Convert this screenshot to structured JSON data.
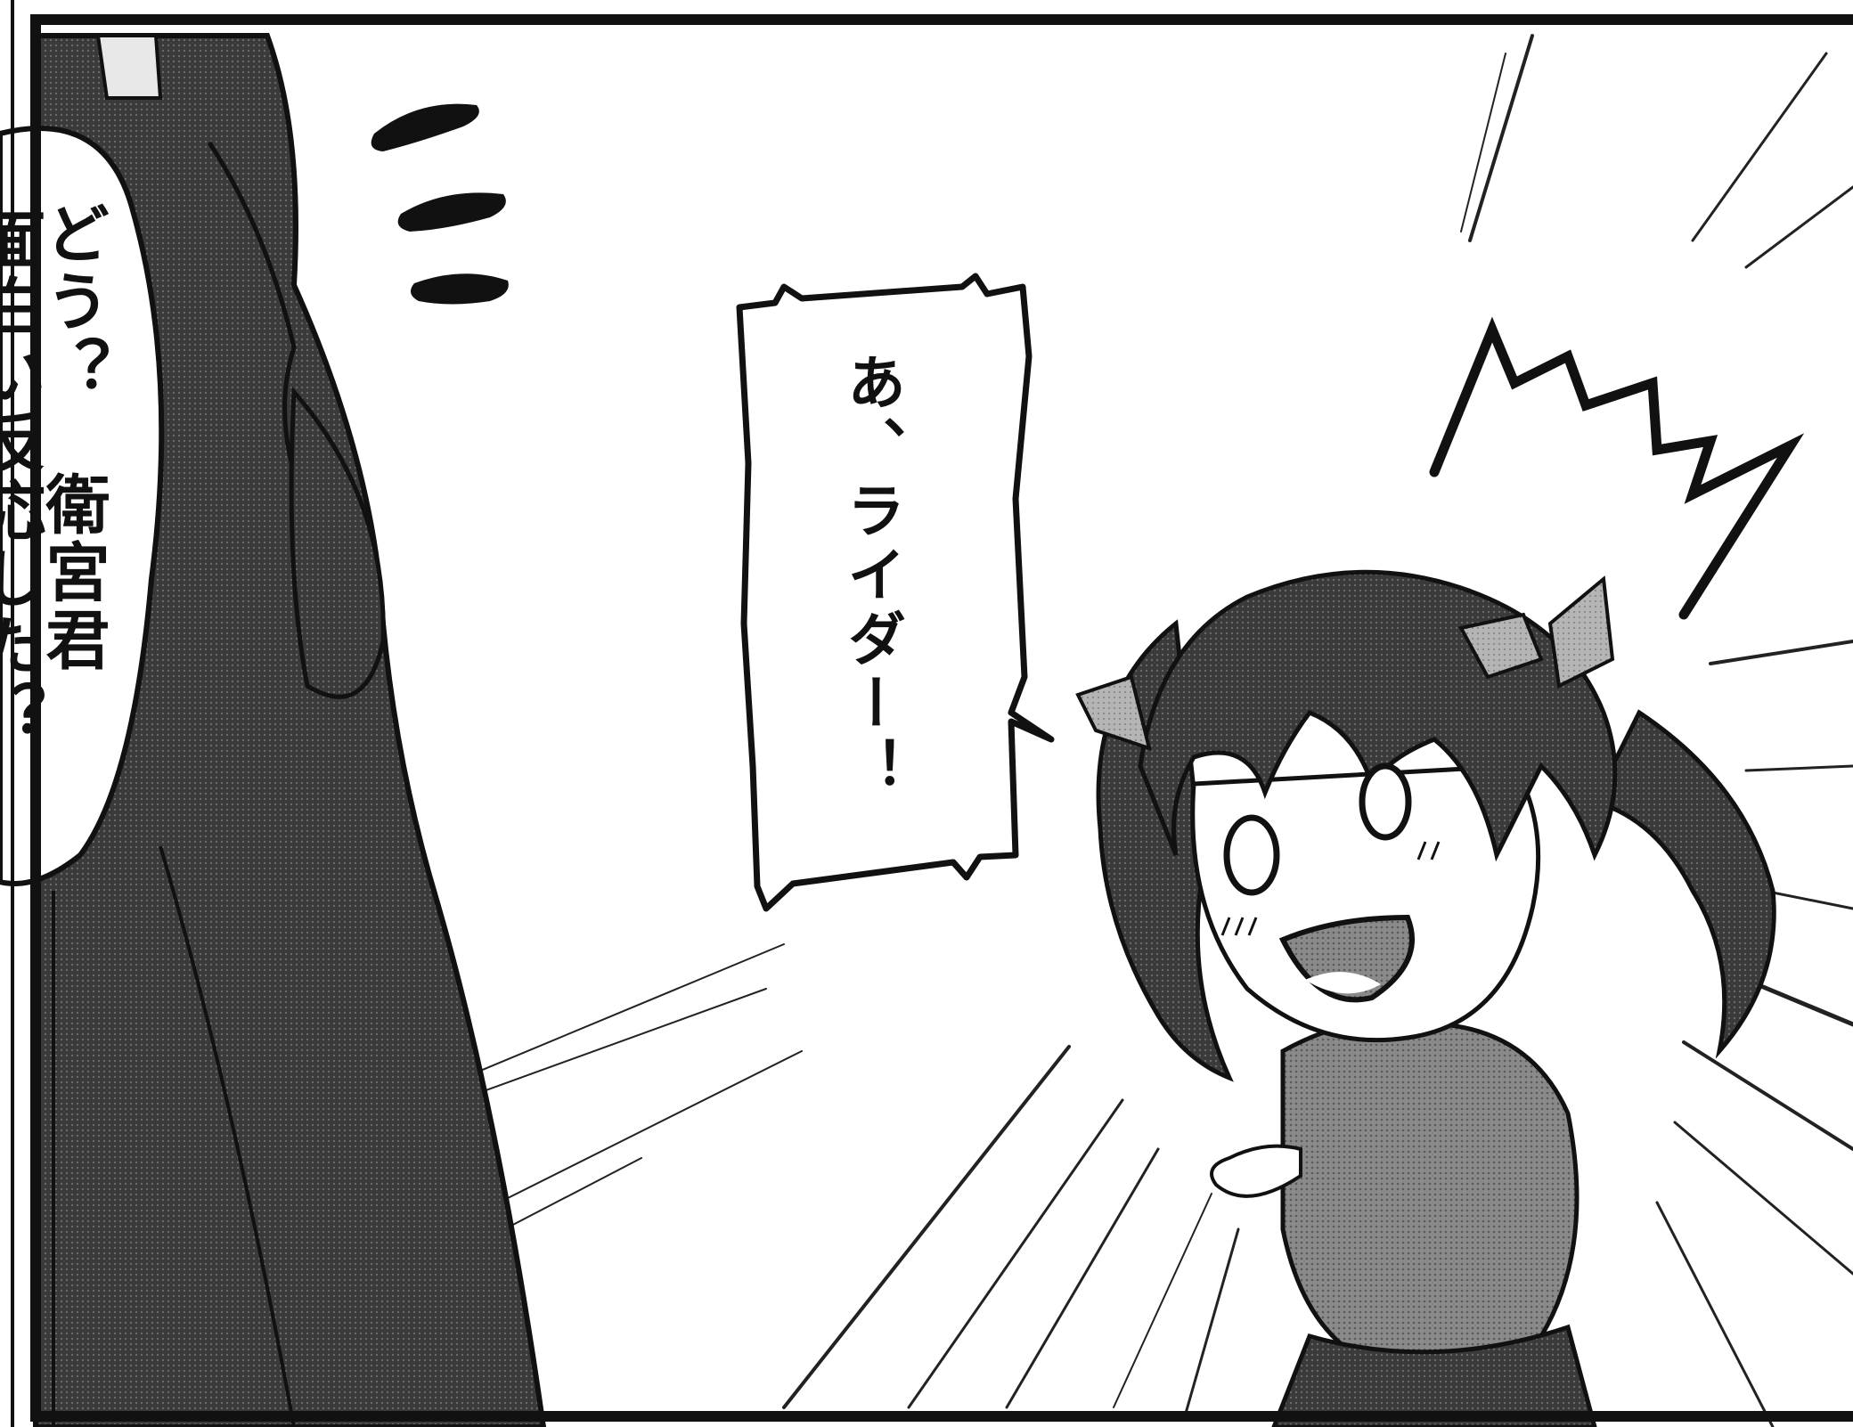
{
  "panel": {
    "bubble_left_lines": [
      "どう？　衛宮君",
      "面白い反応した？"
    ],
    "bubble_center_text": "あ、ライダー！"
  },
  "colors": {
    "ink": "#111111",
    "screentone_dark": "#3a3a3a",
    "screentone_mid": "#808080",
    "paper": "#ffffff"
  },
  "icons": {
    "sweat_marks": "dash-lines-icon",
    "surprise_mark": "jagged-burst-icon"
  }
}
